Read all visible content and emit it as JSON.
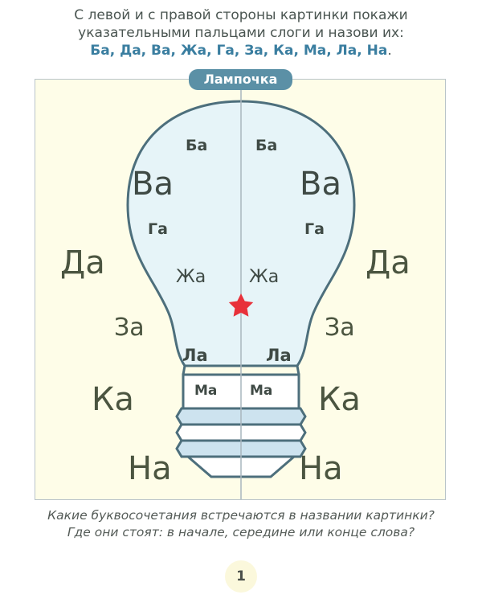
{
  "instructions": {
    "line1": "С левой и с правой стороны картинки покажи",
    "line2": "указательными пальцами слоги и назови их:",
    "syllables_line": "Ба, Да, Ва, Жа, Га, За, Ка, Ма, Ла, На",
    "period": "."
  },
  "picture": {
    "title": "Лампочка",
    "colors": {
      "background": "#fefde8",
      "bulb_fill": "#e6f4f8",
      "bulb_stroke": "#4d6f7c",
      "thread_fill": "#cde3ef",
      "divider": "#a9b6bd",
      "star": "#e8313a",
      "badge": "#5b90a6"
    },
    "left": {
      "ba": "Ба",
      "va": "Ва",
      "ga": "Га",
      "da": "Да",
      "zha": "Жа",
      "za": "За",
      "la": "Ла",
      "ka": "Ка",
      "ma": "Ма",
      "na": "На"
    },
    "right": {
      "ba": "Ба",
      "va": "Ва",
      "ga": "Га",
      "da": "Да",
      "zha": "Жа",
      "za": "За",
      "la": "Ла",
      "ka": "Ка",
      "ma": "Ма",
      "na": "На"
    }
  },
  "question": {
    "line1": "Какие буквосочетания встречаются в названии картинки?",
    "line2": "Где они стоят: в начале, середине или конце слова?"
  },
  "page_number": "1"
}
